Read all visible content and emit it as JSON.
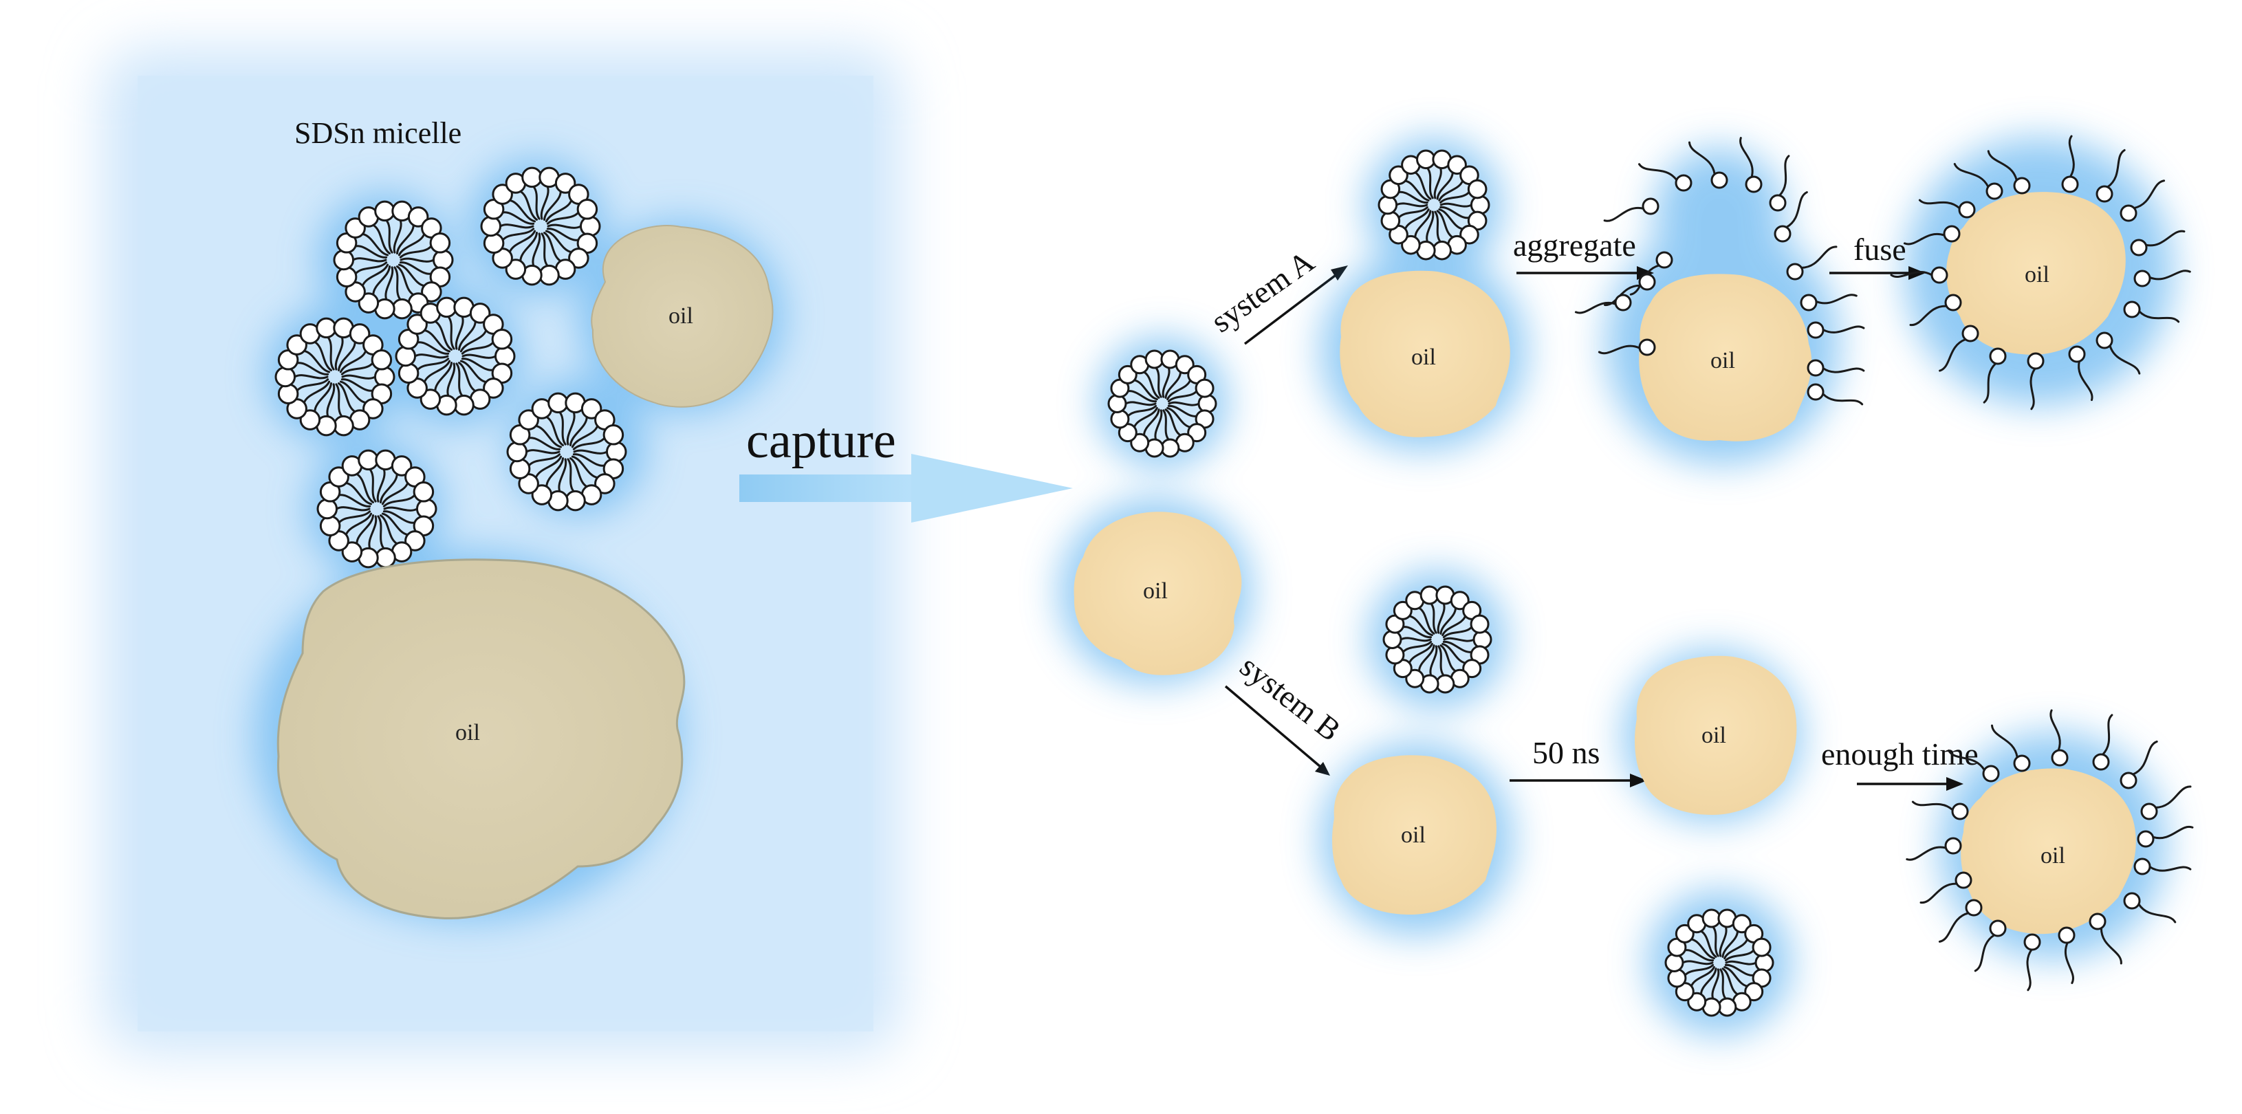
{
  "labels": {
    "micelle": "SDSn micelle",
    "capture": "capture",
    "system_a": "system A",
    "system_b": "system B",
    "aggregate": "aggregate",
    "fuse": "fuse",
    "time_50ns": "50 ns",
    "enough_time": "enough time",
    "oil": "oil"
  },
  "colors": {
    "left_panel_bg": "#cfe6fb",
    "glow": "#4aa8ee",
    "oil_left": "#d8cfb0",
    "oil_right": "#f6deb0",
    "capture_arrow": "#a6d8f7",
    "ink": "#111111"
  },
  "icons": {
    "micelle": "spherical-micelle-icon",
    "oil": "oil-droplet-icon",
    "adsorbed_surfactant": "surfactant-molecule-icon"
  }
}
